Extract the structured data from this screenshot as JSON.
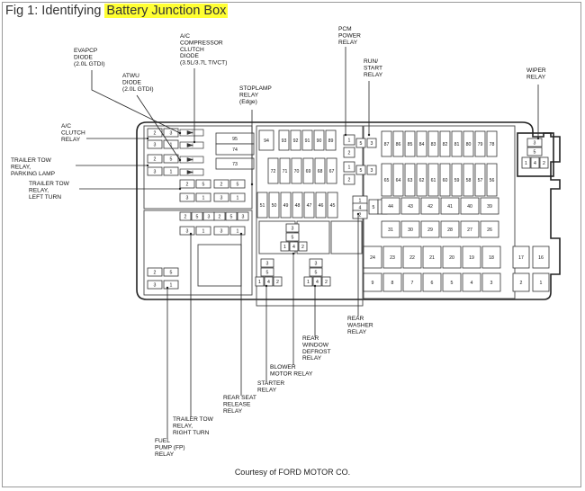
{
  "figure": {
    "title_prefix": "Fig 1: Identifying ",
    "title_highlight": "Battery Junction Box",
    "credit": "Courtesy of FORD MOTOR CO."
  },
  "callouts": {
    "evapcp_diode": [
      "EVAPCP",
      "DIODE",
      "(2.0L GTDI)"
    ],
    "ac_compressor_clutch_diode": [
      "A/C",
      "COMPRESSOR",
      "CLUTCH",
      "DIODE",
      "(3.5L/3.7L TIVCT)"
    ],
    "atwu_diode": [
      "ATWU",
      "DIODE",
      "(2.0L GTDI)"
    ],
    "stoplamp_relay": [
      "STOPLAMP",
      "RELAY",
      "(Edge)"
    ],
    "pcm_power_relay": [
      "PCM",
      "POWER",
      "RELAY"
    ],
    "run_start_relay": [
      "RUN/",
      "START",
      "RELAY"
    ],
    "wiper_relay": [
      "WIPER",
      "RELAY"
    ],
    "ac_clutch_relay": [
      "A/C",
      "CLUTCH",
      "RELAY"
    ],
    "trailer_tow_parking_lamp": [
      "TRAILER TOW",
      "RELAY,",
      "PARKING LAMP"
    ],
    "trailer_tow_left_turn": [
      "TRAILER TOW",
      "RELAY,",
      "LEFT TURN"
    ],
    "rear_washer_relay": [
      "REAR",
      "WASHER",
      "RELAY"
    ],
    "rear_window_defrost_relay": [
      "REAR",
      "WINDOW",
      "DEFROST",
      "RELAY"
    ],
    "blower_motor_relay": [
      "BLOWER",
      "MOTOR RELAY"
    ],
    "starter_relay": [
      "STARTER",
      "RELAY"
    ],
    "rear_seat_release_relay": [
      "REAR SEAT",
      "RELEASE",
      "RELAY"
    ],
    "trailer_tow_right_turn": [
      "TRAILER TOW",
      "RELAY,",
      "RIGHT TURN"
    ],
    "fuel_pump_relay": [
      "FUEL",
      "PUMP (FP)",
      "RELAY"
    ]
  },
  "fuses": {
    "top_row": [
      "94",
      "93",
      "92",
      "91",
      "90",
      "89"
    ],
    "mid_row": [
      "72",
      "71",
      "70",
      "69",
      "68",
      "67"
    ],
    "low_row": [
      "51",
      "50",
      "49",
      "48",
      "47",
      "46",
      "45"
    ],
    "left_col": [
      "95",
      "74",
      "73"
    ],
    "right_top": [
      "87",
      "86",
      "85",
      "84",
      "83",
      "82",
      "81",
      "80",
      "79",
      "78"
    ],
    "right_mid": [
      "65",
      "64",
      "63",
      "62",
      "61",
      "60",
      "59",
      "58",
      "57",
      "56"
    ],
    "right_44": [
      "44",
      "43",
      "42",
      "41",
      "40",
      "39"
    ],
    "right_31": [
      "31",
      "30",
      "29",
      "28",
      "27",
      "26"
    ],
    "right_24": [
      "24",
      "23",
      "22",
      "21",
      "20",
      "19",
      "18"
    ],
    "right_bottom": [
      "9",
      "8",
      "7",
      "6",
      "5",
      "4",
      "3"
    ],
    "far_right": [
      "17",
      "16",
      "2",
      "1"
    ]
  },
  "relay_pins": [
    "1",
    "2",
    "3",
    "4",
    "5"
  ]
}
